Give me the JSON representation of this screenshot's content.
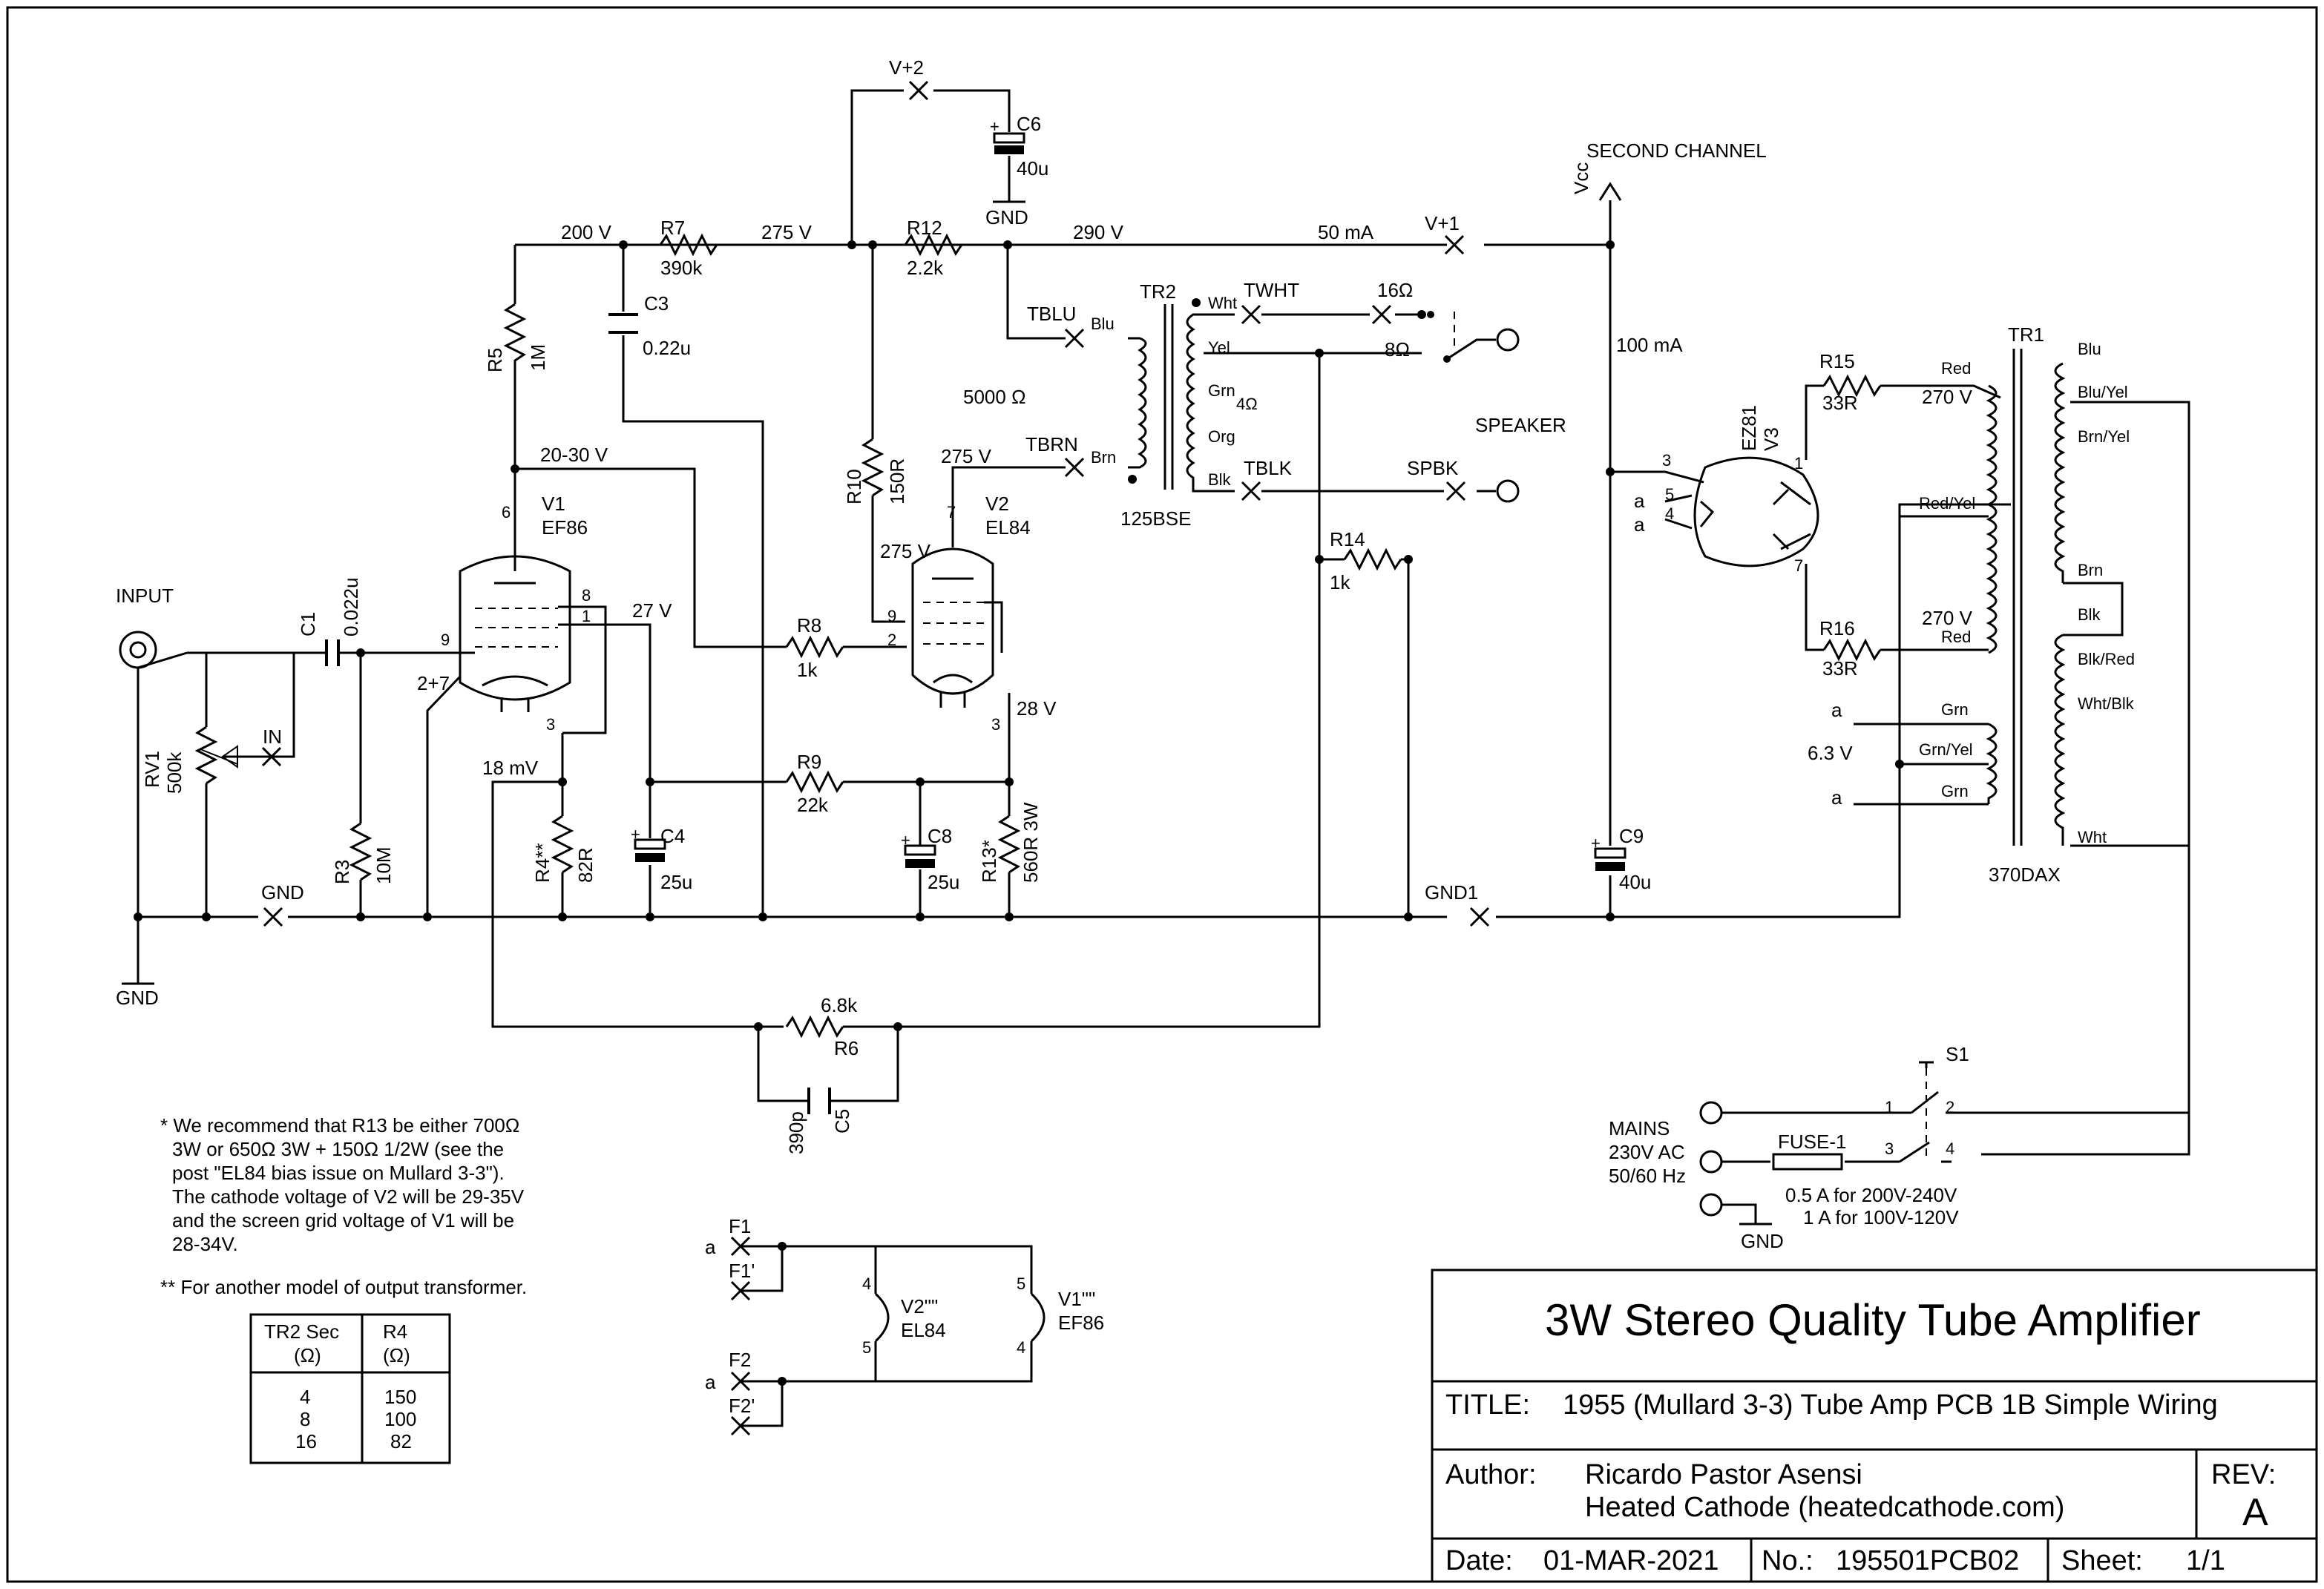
{
  "title_block": {
    "heading": "3W Stereo Quality Tube Amplifier",
    "title_label": "TITLE:",
    "title": "1955 (Mullard 3-3) Tube Amp PCB 1B Simple Wiring",
    "author_label": "Author:",
    "author": "Ricardo Pastor Asensi",
    "org": "Heated Cathode (heatedcathode.com)",
    "rev_label": "REV:",
    "rev": "A",
    "date_label": "Date:",
    "date": "01-MAR-2021",
    "no_label": "No.:",
    "no": "195501PCB02",
    "sheet_label": "Sheet:",
    "sheet": "1/1"
  },
  "voltages": {
    "v200": "200 V",
    "v275a": "275 V",
    "v290": "290 V",
    "i50": "50 mA",
    "v2030": "20-30 V",
    "v275b": "275 V",
    "v275c": "275 V",
    "v27": "27 V",
    "v28": "28 V",
    "mv18": "18 mV",
    "i100": "100 mA",
    "v270a": "270 V",
    "v270b": "270 V",
    "v63": "6.3 V",
    "ohm5000": "5000 Ω"
  },
  "net_labels": {
    "vplus2": "V+2",
    "vplus1": "V+1",
    "vcc": "Vcc",
    "second_channel": "SECOND CHANNEL",
    "gnd_input": "GND",
    "gnd_in_sym": "GND",
    "gnd_c6": "GND",
    "gnd1": "GND1",
    "gnd_mains": "GND",
    "input": "INPUT",
    "in": "IN",
    "speaker": "SPEAKER",
    "spbk": "SPBK",
    "tblu": "TBLU",
    "twht": "TWHT",
    "tbrn": "TBRN",
    "tblk": "TBLK",
    "ohm16": "16Ω",
    "ohm8": "8Ω",
    "ohm4": "4Ω",
    "mains": "MAINS",
    "mains_v": "230V AC",
    "mains_f": "50/60 Hz",
    "fuse": "FUSE-1",
    "fuse_note1": "0.5 A for 200V-240V",
    "fuse_note2": "1 A for 100V-120V",
    "s1": "S1",
    "a": "a",
    "f1": "F1",
    "f1p": "F1'",
    "f2": "F2",
    "f2p": "F2'"
  },
  "components": {
    "r1": "R7",
    "r1v": "390k",
    "r12": "R12",
    "r12v": "2.2k",
    "r5": "R5",
    "r5v": "1M",
    "c3": "C3",
    "c3v": "0.22u",
    "c6": "C6",
    "c6v": "40u",
    "c1": "C1",
    "c1v": "0.022u",
    "rv1": "RV1",
    "rv1v": "500k",
    "r3": "R3",
    "r3v": "10M",
    "r4": "R4**",
    "r4v": "82R",
    "c4": "C4",
    "c4v": "25u",
    "r8": "R8",
    "r8v": "1k",
    "r9": "R9",
    "r9v": "22k",
    "c8": "C8",
    "c8v": "25u",
    "r13": "R13*",
    "r13v": "560R 3W",
    "r10": "R10",
    "r10v": "150R",
    "r14": "R14",
    "r14v": "1k",
    "r6": "R6",
    "r6v": "6.8k",
    "c5": "C5",
    "c5v": "390p",
    "c9": "C9",
    "c9v": "40u",
    "r15": "R15",
    "r15v": "33R",
    "r16": "R16",
    "r16v": "33R",
    "v1": "V1",
    "v1t": "EF86",
    "v2": "V2",
    "v2t": "EL84",
    "v3": "V3",
    "v3t": "EZ81",
    "tr2": "TR2",
    "tr2t": "125BSE",
    "tr1": "TR1",
    "tr1t": "370DAX",
    "v2h": "V2\"\"",
    "v2ht": "EL84",
    "v1h": "V1\"\"",
    "v1ht": "EF86"
  },
  "pins": {
    "v1_6": "6",
    "v1_8": "8",
    "v1_1": "1",
    "v1_9": "9",
    "v1_27": "2+7",
    "v1_3": "3",
    "v2_7": "7",
    "v2_9": "9",
    "v2_2": "2",
    "v2_3": "3",
    "v3_3": "3",
    "v3_5": "5",
    "v3_4": "4",
    "v3_1": "1",
    "v3_7": "7",
    "s1_1": "1",
    "s1_2": "2",
    "s1_3": "3",
    "s1_4": "4",
    "h2_4": "4",
    "h2_5": "5",
    "h1_5": "5",
    "h1_4": "4"
  },
  "wires_tr2": {
    "blu": "Blu",
    "brn": "Brn",
    "wht": "Wht",
    "yel": "Yel",
    "grn": "Grn",
    "org": "Org",
    "blk": "Blk"
  },
  "wires_tr1": {
    "red1": "Red",
    "redyel": "Red/Yel",
    "red2": "Red",
    "grn1": "Grn",
    "grnyel": "Grn/Yel",
    "grn2": "Grn",
    "blu": "Blu",
    "bluyel": "Blu/Yel",
    "brnyel": "Brn/Yel",
    "brn": "Brn",
    "blk": "Blk",
    "blkred": "Blk/Red",
    "whtblk": "Wht/Blk",
    "wht": "Wht"
  },
  "notes": {
    "n1": "* We recommend that R13 be either 700Ω",
    "n2": "3W or 650Ω 3W + 150Ω 1/2W (see the",
    "n3": "post \"EL84 bias issue on Mullard 3-3\").",
    "n4": "The cathode voltage of V2 will be 29-35V",
    "n5": "and the screen grid voltage of V1 will be",
    "n6": "28-34V.",
    "n7": "** For another model of output transformer."
  },
  "r4_table": {
    "col1": "TR2 Sec",
    "col2": "R4",
    "unit": "(Ω)",
    "rows": [
      [
        "4",
        "150"
      ],
      [
        "8",
        "100"
      ],
      [
        "16",
        "82"
      ]
    ]
  }
}
